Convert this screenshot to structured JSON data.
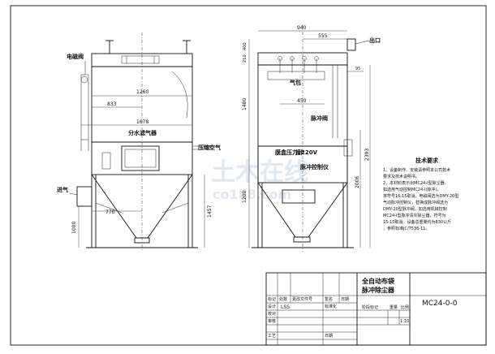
{
  "front_view": {
    "dims": {
      "d1260": "1260",
      "d833": "833",
      "d1678": "1678",
      "d770": "770",
      "d1000": "1000",
      "d1457": "1457"
    },
    "labels": {
      "solenoid_valve": "电磁阀",
      "water_separator": "分水滤气器",
      "compressed_air": "压缩空气",
      "inlet": "进气"
    }
  },
  "side_view": {
    "dims": {
      "d940": "940",
      "d555": "555",
      "d400": "400",
      "d210": "210",
      "d95": "95",
      "d1480": "1480",
      "d450": "450",
      "d2006": "2006",
      "d2393": "2393",
      "d1200": "1200"
    },
    "labels": {
      "outlet": "出口",
      "air_bag": "气包",
      "pulse_valve": "脉冲阀",
      "pressure_gauge": "膜盒压力计",
      "pulse_controller": "脉冲控制仪",
      "controller_voltage": "接220V"
    }
  },
  "watermark": {
    "text": "土木在线",
    "subtext": "co188.com"
  },
  "tech_notes": {
    "title": "技术要求",
    "lines": [
      "1、设备制作、安装请参照本公司技术",
      "   要求及技术说明书。",
      "2、本材料表示出MC24-I型除尘器，",
      "   如选用气动控制MC24-I(脉冲)，",
      "   将符号16-15取消，电磁阀选为DMY-20型",
      "   气动脉冲控制仪，替换成脉冲阀选为",
      "   DMY-20型脉冲阀，如选用机械控制",
      "   MC24-I型脉冲清灰除尘器，符号为",
      "   15-10取消。设备总重量约为830公斤",
      "   ，参照标准JC/T536-11。"
    ]
  },
  "title_block": {
    "product_name_1": "全自动布袋",
    "product_name_2": "脉冲除尘器",
    "drawing_no": "MC24-0-0",
    "row1": [
      "标记",
      "处数",
      "更改文件号",
      "签名",
      "日期"
    ],
    "row2": [
      "设计",
      "LSS",
      "标准化"
    ],
    "row3": [
      "校对"
    ],
    "row4": [
      "审核"
    ],
    "row5": [
      "工艺",
      "日期"
    ],
    "stage_label": "阶段标记",
    "weight_label": "重量",
    "scale_label": "比例",
    "scale_value": "1:10"
  }
}
